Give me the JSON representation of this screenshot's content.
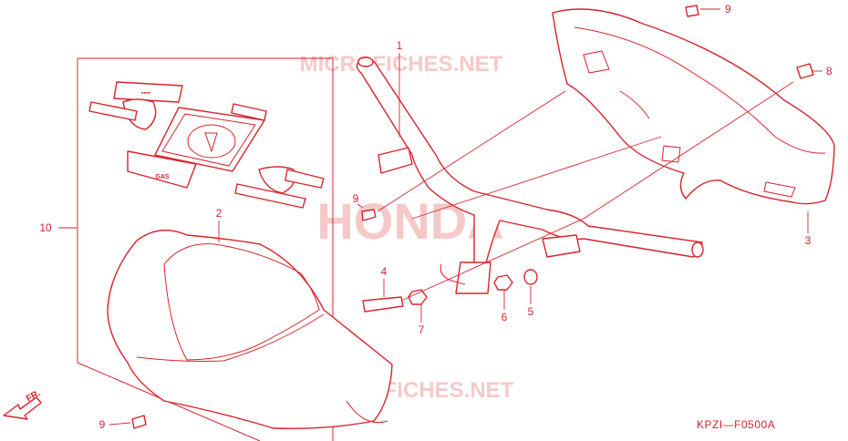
{
  "watermarks": {
    "top": "MICROFICHES.NET",
    "center": "HONDA",
    "bottom": "MICROFICHES.NET"
  },
  "callouts": [
    {
      "id": "1",
      "label": "1"
    },
    {
      "id": "2",
      "label": "2"
    },
    {
      "id": "3",
      "label": "3"
    },
    {
      "id": "4",
      "label": "4"
    },
    {
      "id": "5",
      "label": "5"
    },
    {
      "id": "6",
      "label": "6"
    },
    {
      "id": "7",
      "label": "7"
    },
    {
      "id": "8",
      "label": "8"
    },
    {
      "id": "9a",
      "label": "9"
    },
    {
      "id": "9b",
      "label": "9"
    },
    {
      "id": "9c",
      "label": "9"
    },
    {
      "id": "10",
      "label": "10"
    }
  ],
  "direction_label": "FR.",
  "diagram_code": "KPZI—F0500A",
  "colors": {
    "line": "#d9242b",
    "watermark": "#f6c9c9",
    "background": "#ffffff"
  }
}
